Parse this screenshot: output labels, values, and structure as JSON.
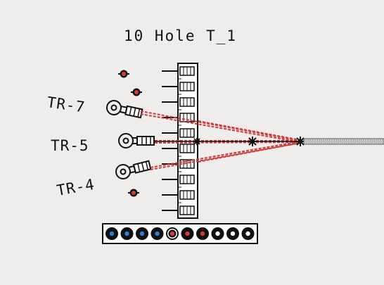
{
  "title": "10  Hole  T_1",
  "labels": [
    {
      "id": "tr7",
      "text": "TR-7"
    },
    {
      "id": "tr5",
      "text": "TR-5"
    },
    {
      "id": "tr4",
      "text": "TR-4"
    }
  ],
  "terminal_block": {
    "positions": 10
  },
  "connector_pins": [
    {
      "color": "blue"
    },
    {
      "color": "blue"
    },
    {
      "color": "blue"
    },
    {
      "color": "blue"
    },
    {
      "color": "red"
    },
    {
      "color": "red"
    },
    {
      "color": "red"
    },
    {
      "color": "white"
    },
    {
      "color": "white"
    },
    {
      "color": "white"
    }
  ],
  "colors": {
    "background": "#efecec",
    "line": "#111111",
    "wire_red": "#cc3b3b",
    "pin_blue": "#2f7fd6",
    "pin_red": "#d83a3a",
    "pin_white": "#ffffff"
  },
  "icons": [
    "ring-terminal-icon",
    "splice-icon",
    "cable-icon",
    "pin-icon"
  ]
}
